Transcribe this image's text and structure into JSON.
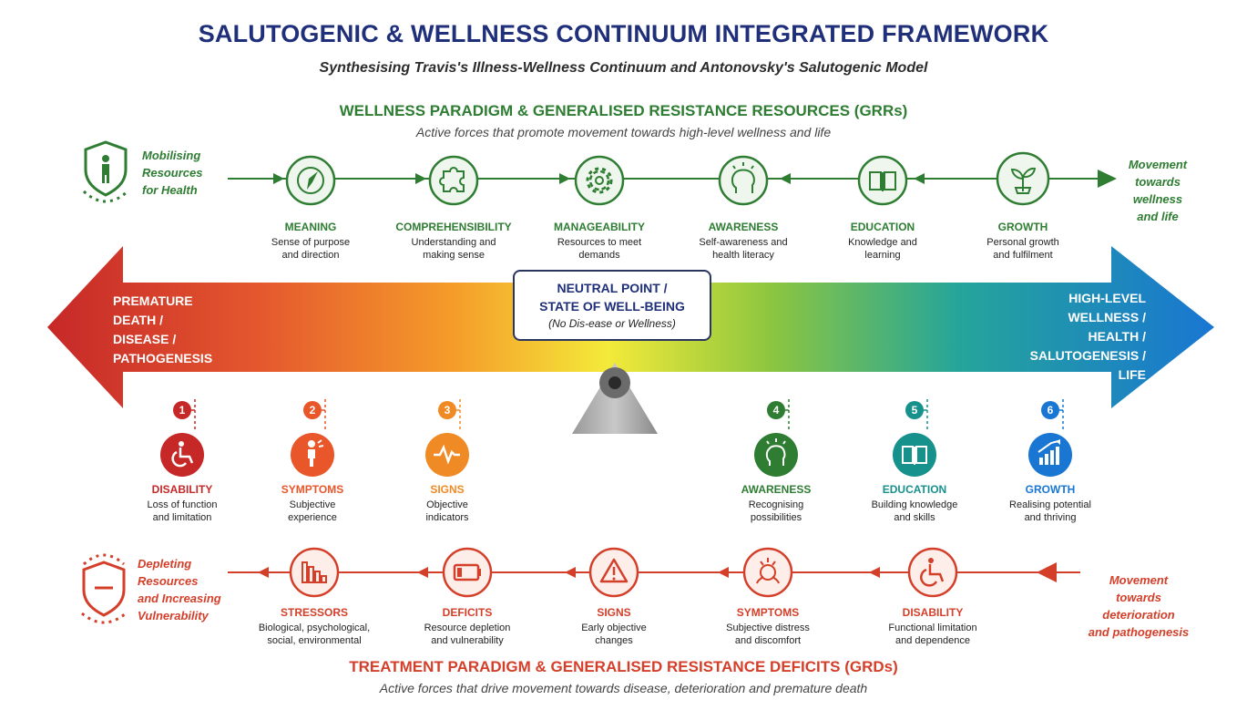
{
  "header": {
    "title": "SALUTOGENIC & WELLNESS CONTINUUM INTEGRATED FRAMEWORK",
    "subtitle": "Synthesising Travis's Illness-Wellness Continuum and Antonovsky's Salutogenic Model"
  },
  "wellness": {
    "title": "WELLNESS PARADIGM & GENERALISED RESISTANCE RESOURCES (GRRs)",
    "subtitle": "Active forces that promote movement towards high-level wellness and life",
    "left_label": [
      "Mobilising",
      "Resources",
      "for Health"
    ],
    "right_label": [
      "Movement",
      "towards",
      "wellness",
      "and life"
    ],
    "nodes": [
      {
        "label": "MEANING",
        "desc": [
          "Sense of purpose",
          "and direction"
        ],
        "icon": "compass-icon"
      },
      {
        "label": "COMPREHENSIBILITY",
        "desc": [
          "Understanding and",
          "making sense"
        ],
        "icon": "puzzle-icon"
      },
      {
        "label": "MANAGEABILITY",
        "desc": [
          "Resources to meet",
          "demands"
        ],
        "icon": "gear-icon"
      },
      {
        "label": "AWARENESS",
        "desc": [
          "Self-awareness and",
          "health literacy"
        ],
        "icon": "head-lightbulb-icon"
      },
      {
        "label": "EDUCATION",
        "desc": [
          "Knowledge and",
          "learning"
        ],
        "icon": "book-icon"
      },
      {
        "label": "GROWTH",
        "desc": [
          "Personal growth",
          "and fulfilment"
        ],
        "icon": "sprout-icon"
      }
    ]
  },
  "continuum": {
    "left_label": [
      "PREMATURE",
      "DEATH /",
      "DISEASE /",
      "PATHOGENESIS"
    ],
    "right_label": [
      "HIGH-LEVEL",
      "WELLNESS /",
      "HEALTH /",
      "SALUTOGENESIS /",
      "LIFE"
    ],
    "neutral_title": [
      "NEUTRAL POINT /",
      "STATE OF WELL-BEING"
    ],
    "neutral_sub": "(No Dis-ease or Wellness)"
  },
  "travis_steps": [
    {
      "num": "1",
      "label": "DISABILITY",
      "desc": [
        "Loss of function",
        "and limitation"
      ],
      "color": "#c62828",
      "icon": "wheelchair-icon"
    },
    {
      "num": "2",
      "label": "SYMPTOMS",
      "desc": [
        "Subjective",
        "experience"
      ],
      "color": "#e8562a",
      "icon": "person-pain-icon"
    },
    {
      "num": "3",
      "label": "SIGNS",
      "desc": [
        "Objective",
        "indicators"
      ],
      "color": "#f08a24",
      "icon": "pulse-icon"
    },
    {
      "num": "4",
      "label": "AWARENESS",
      "desc": [
        "Recognising",
        "possibilities"
      ],
      "color": "#2e7d32",
      "icon": "head-lightbulb-icon"
    },
    {
      "num": "5",
      "label": "EDUCATION",
      "desc": [
        "Building knowledge",
        "and skills"
      ],
      "color": "#17918c",
      "icon": "book-icon"
    },
    {
      "num": "6",
      "label": "GROWTH",
      "desc": [
        "Realising potential",
        "and thriving"
      ],
      "color": "#1976d2",
      "icon": "growth-chart-icon"
    }
  ],
  "treatment": {
    "title": "TREATMENT PARADIGM & GENERALISED RESISTANCE DEFICITS (GRDs)",
    "subtitle": "Active forces that drive movement towards disease, deterioration and premature death",
    "left_label": [
      "Depleting",
      "Resources",
      "and Increasing",
      "Vulnerability"
    ],
    "right_label": [
      "Movement",
      "towards",
      "deterioration",
      "and pathogenesis"
    ],
    "nodes": [
      {
        "label": "STRESSORS",
        "desc": [
          "Biological, psychological,",
          "social, environmental"
        ],
        "icon": "declining-bars-icon"
      },
      {
        "label": "DEFICITS",
        "desc": [
          "Resource depletion",
          "and vulnerability"
        ],
        "icon": "low-battery-icon"
      },
      {
        "label": "SIGNS",
        "desc": [
          "Early objective",
          "changes"
        ],
        "icon": "warning-icon"
      },
      {
        "label": "SYMPTOMS",
        "desc": [
          "Subjective distress",
          "and discomfort"
        ],
        "icon": "stressed-head-icon"
      },
      {
        "label": "DISABILITY",
        "desc": [
          "Functional limitation",
          "and dependence"
        ],
        "icon": "wheelchair-icon"
      }
    ]
  },
  "colors": {
    "green": "#2e7d32",
    "red": "#d43f2a",
    "navy": "#1f2f7a"
  }
}
